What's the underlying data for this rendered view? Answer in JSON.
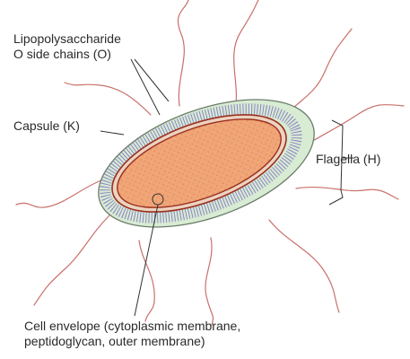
{
  "labels": {
    "lps_line1": "Lipopolysaccharide",
    "lps_line2": "O side chains (O)",
    "capsule": "Capsule (K)",
    "flagella": "Flagella (H)",
    "envelope_line1": "Cell envelope (cytoplasmic membrane,",
    "envelope_line2": "peptidoglycan, outer membrane)"
  },
  "colors": {
    "capsule_fill": "#d8ebd3",
    "capsule_stroke": "#6b7d6a",
    "cytoplasm": "#f0a577",
    "membrane": "#9a2f1f",
    "side_chains": "#8c85c4",
    "flagella": "#c9706b",
    "leader": "#333333"
  }
}
